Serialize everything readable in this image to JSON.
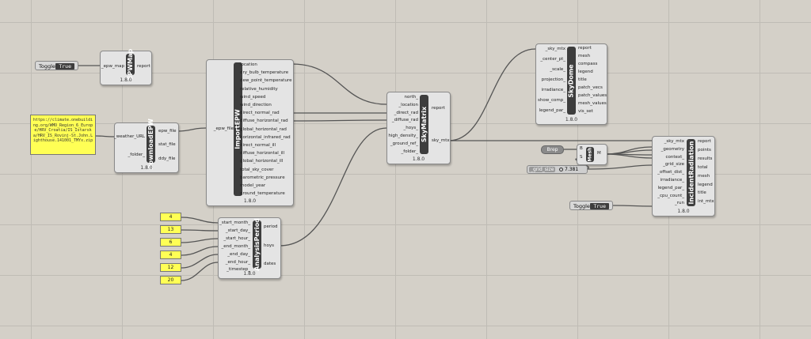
{
  "toggle1": {
    "label": "Toggle",
    "value": "True"
  },
  "toggle2": {
    "label": "Toggle",
    "value": "True"
  },
  "epw_map": {
    "name": "EPWMap",
    "version": "1.8.0",
    "inputs": [
      "_epw_map"
    ],
    "outputs": [
      "report"
    ]
  },
  "url_panel": {
    "text": "https://climate.onebuilding.org/WMO_Region_6_Europe/HRV_Croatia/IS_Istarska/HRV_IS_Rovinj-St.John.Lighthouse.141001_TMYx.zip"
  },
  "download": {
    "name": "DownloadEPW",
    "version": "1.8.0",
    "inputs": [
      "_weather_URL",
      "_folder_"
    ],
    "outputs": [
      "epw_file",
      "stat_file",
      "ddy_file"
    ]
  },
  "import": {
    "name": "ImportEPW",
    "version": "1.8.0",
    "inputs": [
      "_epw_file"
    ],
    "outputs": [
      "location",
      "dry_bulb_temperature",
      "dew_point_temperature",
      "relative_humidity",
      "wind_speed",
      "wind_direction",
      "direct_normal_rad",
      "diffuse_horizontal_rad",
      "global_horizontal_rad",
      "horizontal_infrared_rad",
      "direct_normal_ill",
      "diffuse_horizontal_ill",
      "global_horizontal_ill",
      "total_sky_cover",
      "barometric_pressure",
      "model_year",
      "ground_temperature"
    ]
  },
  "number_panels": [
    "4",
    "13",
    "6",
    "4",
    "12",
    "20"
  ],
  "analysis": {
    "name": "AnalysisPeriod",
    "version": "1.8.0",
    "inputs": [
      "_start_month_",
      "_start_day_",
      "_start_hour_",
      "_end_month_",
      "_end_day_",
      "_end_hour_",
      "_timestep_"
    ],
    "outputs": [
      "period",
      "hoys",
      "dates"
    ]
  },
  "skymatrix": {
    "name": "SkyMatrix",
    "version": "1.8.0",
    "inputs": [
      "north_",
      "_location",
      "_direct_rad",
      "_diffuse_rad",
      "_hoys_",
      "high_density_",
      "_ground_ref_",
      "_folder_"
    ],
    "outputs": [
      "report",
      "sky_mtx"
    ]
  },
  "skydome": {
    "name": "SkyDome",
    "version": "1.8.0",
    "inputs": [
      "_sky_mtx",
      "_center_pt_",
      "_scale_",
      "projection_",
      "irradiance_",
      "show_comp_",
      "legend_par_"
    ],
    "outputs": [
      "report",
      "mesh",
      "compass",
      "legend",
      "title",
      "patch_vecs",
      "patch_values",
      "mesh_values",
      "vis_set"
    ]
  },
  "brep": {
    "label": "Brep"
  },
  "mesh_comp": {
    "name": "Mesh",
    "inputs": [
      "B",
      "S"
    ],
    "outputs": [
      "M"
    ]
  },
  "grid_slider": {
    "label": "_grid_size",
    "value": "7.381"
  },
  "incident": {
    "name": "IncidentRadiation",
    "version": "1.8.0",
    "inputs": [
      "_sky_mtx",
      "_geometry",
      "context_",
      "_grid_size",
      "_offset_dist_",
      "irradiance_",
      "legend_par_",
      "_cpu_count_",
      "_run"
    ],
    "outputs": [
      "report",
      "points",
      "results",
      "total",
      "mesh",
      "legend",
      "title",
      "int_mtx"
    ]
  },
  "colors": {
    "canvas": "#d4d0c8",
    "component": "#e4e4e4",
    "strip": "#3d3d3d",
    "panel": "#ffff55",
    "wire": "#555555"
  }
}
